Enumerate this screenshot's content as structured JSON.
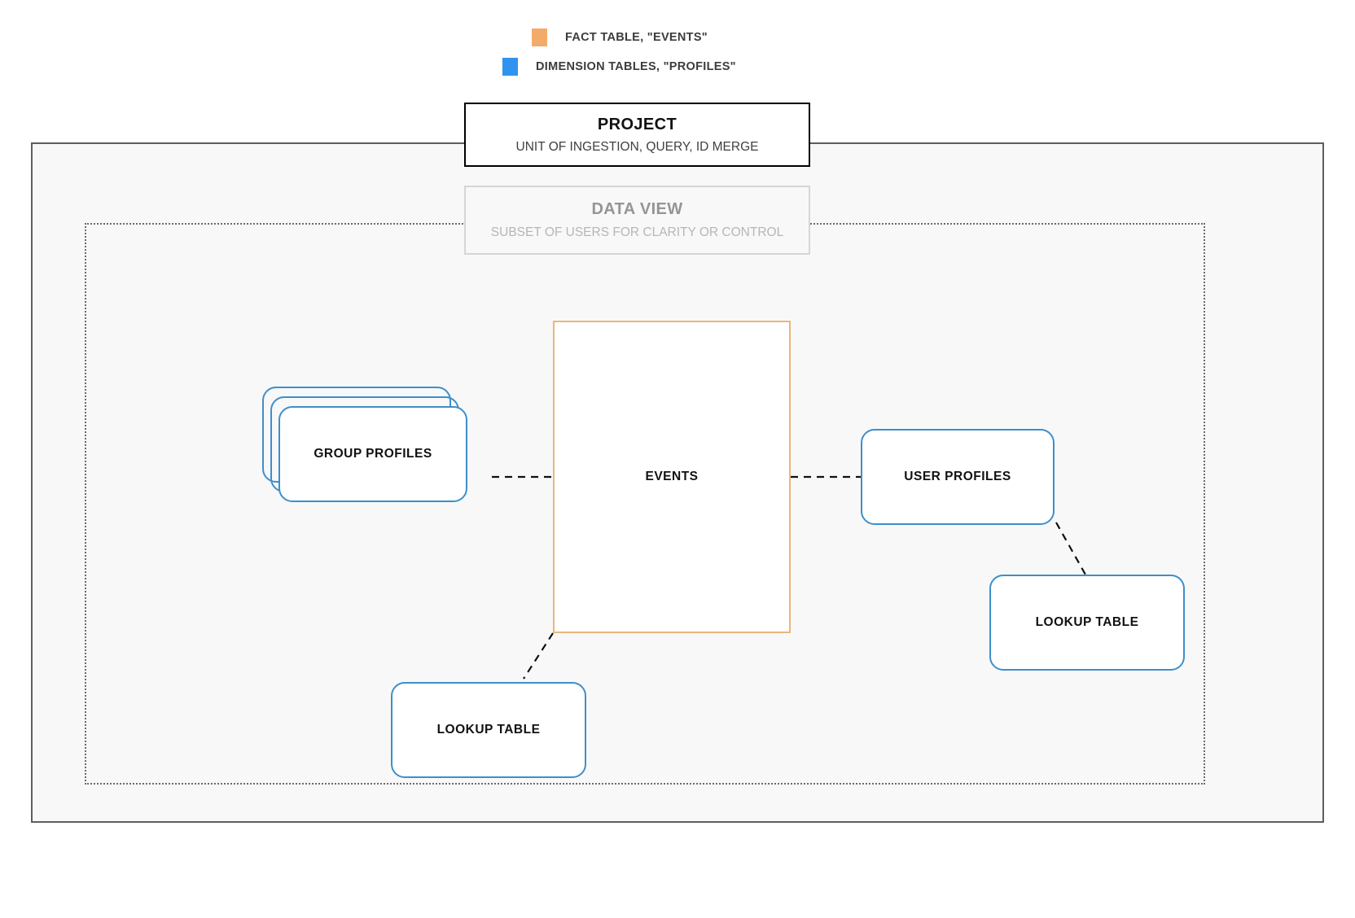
{
  "legend": {
    "items": [
      {
        "label": "FACT TABLE, \"EVENTS\"",
        "swatch_color": "#f3ab6a",
        "icon": "color-swatch"
      },
      {
        "label": "DIMENSION TABLES, \"PROFILES\"",
        "swatch_color": "#2f93ef",
        "icon": "color-swatch"
      }
    ]
  },
  "project": {
    "title": "PROJECT",
    "subtitle": "UNIT OF INGESTION, QUERY, ID MERGE",
    "border_color": "#000000",
    "container_bg": "#f8f8f8",
    "container_border": "#5e5e5e"
  },
  "data_view": {
    "title": "DATA VIEW",
    "subtitle": "SUBSET OF USERS FOR CLARITY OR CONTROL",
    "title_color": "#959595",
    "subtitle_color": "#b6b6b6",
    "border_color": "#d6d6d6",
    "container_border": "#6b6b6b"
  },
  "nodes": {
    "events": {
      "label": "EVENTS",
      "type": "fact-table",
      "border_color": "#e8b878"
    },
    "group_profiles": {
      "label": "GROUP PROFILES",
      "type": "dimension-table-stack",
      "stack_count": 3,
      "border_color": "#3d8fcb"
    },
    "user_profiles": {
      "label": "USER PROFILES",
      "type": "dimension-table",
      "border_color": "#3d8fcb"
    },
    "lookup_table_left": {
      "label": "LOOKUP TABLE",
      "type": "dimension-table",
      "border_color": "#3d8fcb"
    },
    "lookup_table_right": {
      "label": "LOOKUP TABLE",
      "type": "dimension-table",
      "border_color": "#3d8fcb"
    }
  },
  "connectors": [
    {
      "from": "group_profiles",
      "to": "events",
      "style": "dashed"
    },
    {
      "from": "events",
      "to": "user_profiles",
      "style": "dashed"
    },
    {
      "from": "events",
      "to": "lookup_table_left",
      "style": "dashed"
    },
    {
      "from": "user_profiles",
      "to": "lookup_table_right",
      "style": "dashed"
    }
  ]
}
